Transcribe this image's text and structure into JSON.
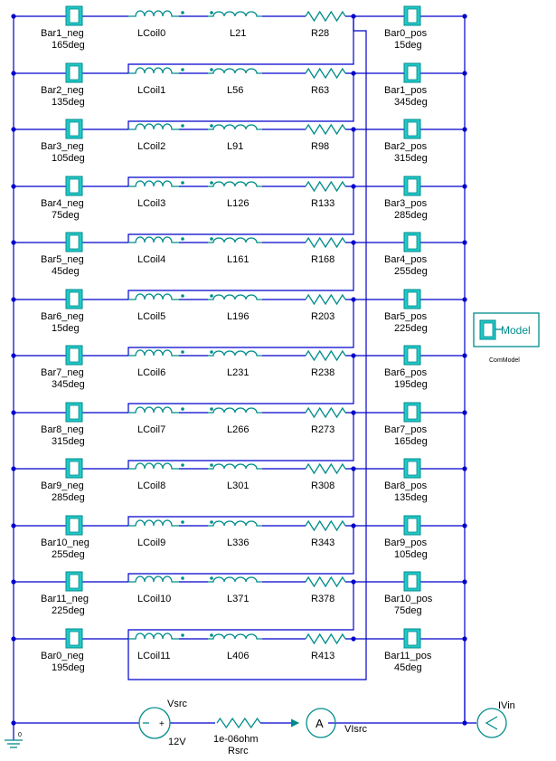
{
  "colors": {
    "wire": "#0000cc",
    "component": "#008c8c",
    "port_fill": "#22c8c8",
    "node": "#0000cc",
    "text": "#000000"
  },
  "rows": [
    {
      "neg_label": "Bar1_neg",
      "neg_angle": "165deg",
      "coil": "LCoil0",
      "ind": "L21",
      "res": "R28",
      "pos_label": "Bar0_pos",
      "pos_angle": "15deg"
    },
    {
      "neg_label": "Bar2_neg",
      "neg_angle": "135deg",
      "coil": "LCoil1",
      "ind": "L56",
      "res": "R63",
      "pos_label": "Bar1_pos",
      "pos_angle": "345deg"
    },
    {
      "neg_label": "Bar3_neg",
      "neg_angle": "105deg",
      "coil": "LCoil2",
      "ind": "L91",
      "res": "R98",
      "pos_label": "Bar2_pos",
      "pos_angle": "315deg"
    },
    {
      "neg_label": "Bar4_neg",
      "neg_angle": "75deg",
      "coil": "LCoil3",
      "ind": "L126",
      "res": "R133",
      "pos_label": "Bar3_pos",
      "pos_angle": "285deg"
    },
    {
      "neg_label": "Bar5_neg",
      "neg_angle": "45deg",
      "coil": "LCoil4",
      "ind": "L161",
      "res": "R168",
      "pos_label": "Bar4_pos",
      "pos_angle": "255deg"
    },
    {
      "neg_label": "Bar6_neg",
      "neg_angle": "15deg",
      "coil": "LCoil5",
      "ind": "L196",
      "res": "R203",
      "pos_label": "Bar5_pos",
      "pos_angle": "225deg"
    },
    {
      "neg_label": "Bar7_neg",
      "neg_angle": "345deg",
      "coil": "LCoil6",
      "ind": "L231",
      "res": "R238",
      "pos_label": "Bar6_pos",
      "pos_angle": "195deg"
    },
    {
      "neg_label": "Bar8_neg",
      "neg_angle": "315deg",
      "coil": "LCoil7",
      "ind": "L266",
      "res": "R273",
      "pos_label": "Bar7_pos",
      "pos_angle": "165deg"
    },
    {
      "neg_label": "Bar9_neg",
      "neg_angle": "285deg",
      "coil": "LCoil8",
      "ind": "L301",
      "res": "R308",
      "pos_label": "Bar8_pos",
      "pos_angle": "135deg"
    },
    {
      "neg_label": "Bar10_neg",
      "neg_angle": "255deg",
      "coil": "LCoil9",
      "ind": "L336",
      "res": "R343",
      "pos_label": "Bar9_pos",
      "pos_angle": "105deg"
    },
    {
      "neg_label": "Bar11_neg",
      "neg_angle": "225deg",
      "coil": "LCoil10",
      "ind": "L371",
      "res": "R378",
      "pos_label": "Bar10_pos",
      "pos_angle": "75deg"
    },
    {
      "neg_label": "Bar0_neg",
      "neg_angle": "195deg",
      "coil": "LCoil11",
      "ind": "L406",
      "res": "R413",
      "pos_label": "Bar11_pos",
      "pos_angle": "45deg"
    }
  ],
  "model": {
    "label": "Model",
    "name": "ComModel"
  },
  "source": {
    "name": "Vsrc",
    "value": "12V"
  },
  "rsrc": {
    "value": "1e-06ohm",
    "name": "Rsrc"
  },
  "ammeter_src": {
    "name": "VIsrc"
  },
  "ammeter_in": {
    "name": "IVin"
  }
}
